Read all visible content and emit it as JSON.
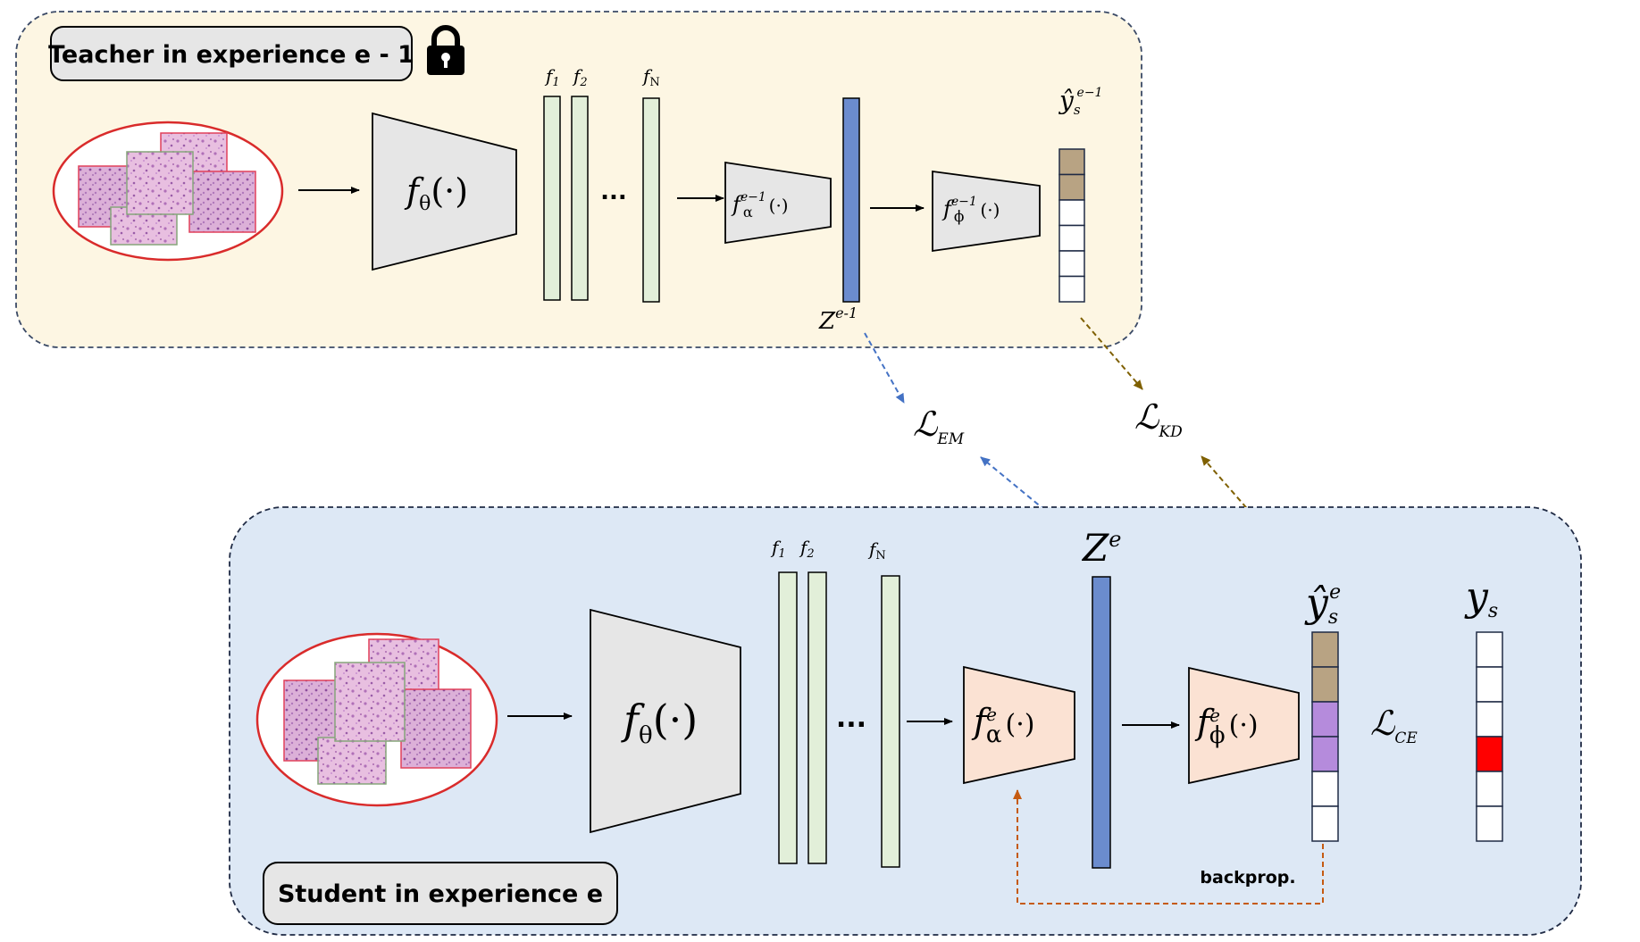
{
  "teacher": {
    "title": "Teacher in experience e - 1",
    "encoder": {
      "f": "f",
      "sub": "θ",
      "arg": "(·)"
    },
    "features": {
      "f1": "f",
      "f1_sub": "1",
      "f2": "f",
      "f2_sub": "2",
      "fN": "f",
      "fN_sub": "N",
      "ellipsis": "..."
    },
    "alpha_head": {
      "f": "f",
      "sub": "α",
      "sup": "e−1",
      "arg": "(·)"
    },
    "phi_head": {
      "f": "f",
      "sub": "ϕ",
      "sup": "e−1",
      "arg": "(·)"
    },
    "z": {
      "base": "Z",
      "sup": "e-1"
    },
    "yhat": {
      "base": "ŷ",
      "sub": "s",
      "sup": "e−1"
    },
    "output_cells": [
      "filled",
      "filled",
      "empty",
      "empty",
      "empty",
      "empty"
    ]
  },
  "losses": {
    "em": {
      "base": "ℒ",
      "sub": "EM"
    },
    "kd": {
      "base": "ℒ",
      "sub": "KD"
    },
    "ce": {
      "base": "ℒ",
      "sub": "CE"
    }
  },
  "student": {
    "title": "Student in experience e",
    "encoder": {
      "f": "f",
      "sub": "θ",
      "arg": "(·)"
    },
    "features": {
      "f1": "f",
      "f1_sub": "1",
      "f2": "f",
      "f2_sub": "2",
      "fN": "f",
      "fN_sub": "N",
      "ellipsis": "..."
    },
    "alpha_head": {
      "f": "f",
      "sub": "α",
      "sup": "e",
      "arg": "(·)"
    },
    "phi_head": {
      "f": "f",
      "sub": "ϕ",
      "sup": "e",
      "arg": "(·)"
    },
    "z": {
      "base": "Z",
      "sup": "e"
    },
    "yhat": {
      "base": "ŷ",
      "sub": "s",
      "sup": "e"
    },
    "y": {
      "base": "y",
      "sub": "s"
    },
    "backprop_label": "backprop.",
    "output_cells": [
      "old",
      "old",
      "new",
      "new",
      "empty",
      "empty"
    ],
    "target_cells": [
      "empty",
      "empty",
      "empty",
      "active",
      "empty",
      "empty"
    ]
  },
  "colors": {
    "teacher_bg": "#fdf6e3",
    "student_bg": "#dde8f5",
    "encoder": "#e6e6e6",
    "feature_bar": "#e2efd9",
    "z_bar": "#6b8cce",
    "teacher_head": "#e6e6e6",
    "student_head": "#fbe2d3",
    "cell_old": "#b8a383",
    "cell_new": "#b58bdc",
    "cell_target": "#ff0000",
    "em_arrow": "#4472c4",
    "kd_arrow": "#7f6000",
    "backprop_arrow": "#c55a11",
    "image_ellipse": "#d92b2b"
  }
}
